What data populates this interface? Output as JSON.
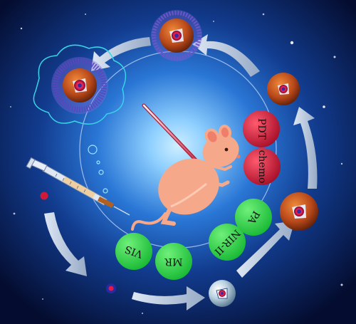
{
  "figure": {
    "theme_colors": {
      "background_center": "#8fd0ff",
      "background_mid": "#1a5fc4",
      "background_edge": "#040d30",
      "label_circle_red": "#d61f3c",
      "label_circle_green": "#2bd64a",
      "arrow": "#b8c8e0",
      "mouse_body": "#f6a98a",
      "nanoparticle_shell": "#c0521a",
      "nanoparticle_core": "#ff3366",
      "corona": "#6b56c9"
    },
    "therapy_labels": [
      {
        "text": "PDT"
      },
      {
        "text": "chemo"
      }
    ],
    "imaging_labels": [
      {
        "text": "VIS"
      },
      {
        "text": "MR"
      },
      {
        "text": "NIR-II"
      },
      {
        "text": "PA"
      }
    ],
    "icons": [
      "syringe-icon",
      "mouse-illustration",
      "laser-fiber-icon",
      "nanoparticle-icon",
      "protein-corona-icon",
      "cycle-arrow-icon"
    ]
  }
}
